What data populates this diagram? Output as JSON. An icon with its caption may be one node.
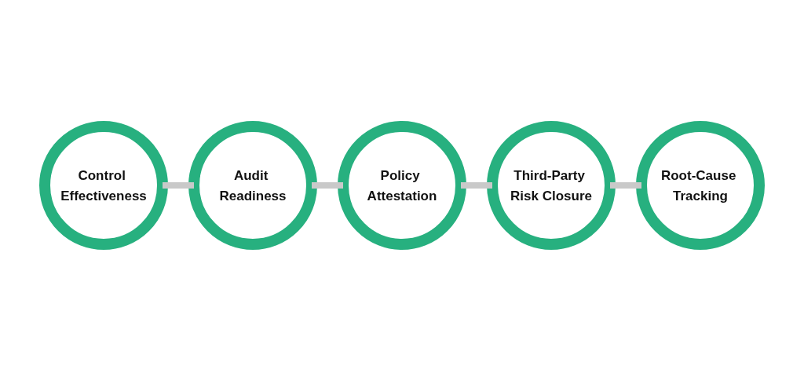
{
  "diagram": {
    "nodes": [
      {
        "text": [
          "Control Effectiveness"
        ]
      },
      {
        "text": [
          "Audit Readiness"
        ]
      },
      {
        "text": [
          "Policy Attestation"
        ]
      },
      {
        "text": [
          "Third-Party Risk Closure"
        ]
      },
      {
        "text": [
          "Root-Cause Tracking"
        ]
      }
    ],
    "edges": [
      {
        "from": 0,
        "to": 1,
        "arrow": "none"
      },
      {
        "from": 1,
        "to": 2,
        "arrow": "none"
      },
      {
        "from": 2,
        "to": 3,
        "arrow": "none"
      },
      {
        "from": 3,
        "to": 4,
        "arrow": "none"
      }
    ]
  }
}
